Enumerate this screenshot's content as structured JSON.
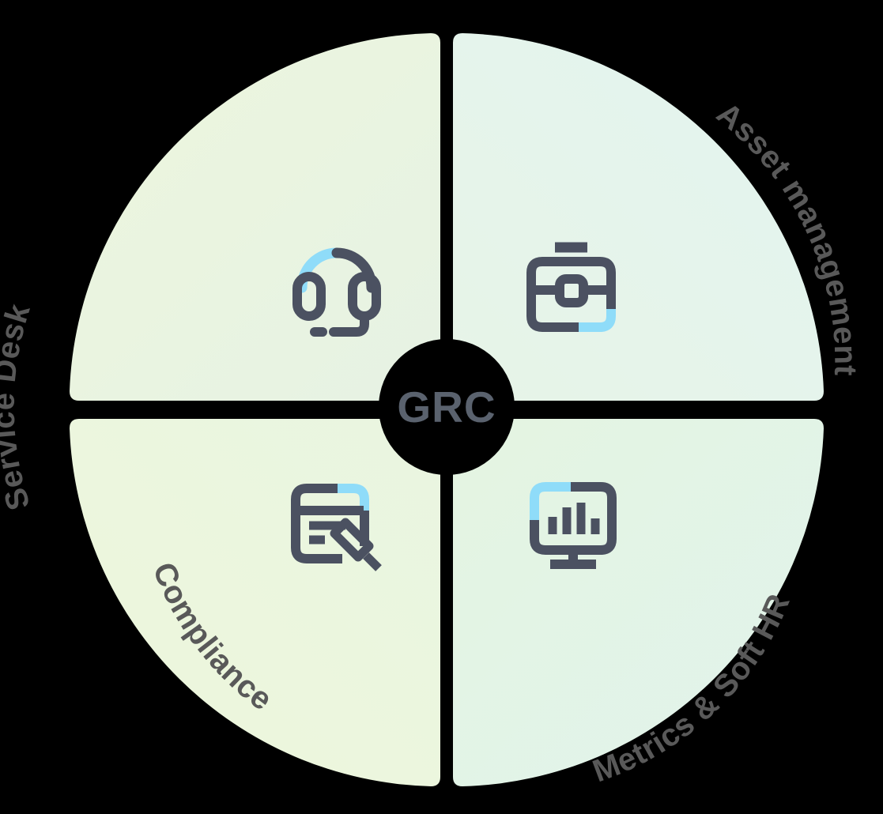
{
  "diagram": {
    "type": "quadrant-wheel",
    "center": {
      "label": "GRC",
      "text_color": "#5a626e",
      "background": "#000000"
    },
    "background_color": "#000000",
    "accent_color": "#8fdcf9",
    "icon_color": "#4b5161",
    "quadrants": [
      {
        "id": "service-desk",
        "label": "Service Desk",
        "position": "top-left",
        "icon": "headset-icon",
        "fill_start": "#edf6dd",
        "fill_end": "#e7f3e2"
      },
      {
        "id": "asset-management",
        "label": "Asset management",
        "position": "top-right",
        "icon": "briefcase-icon",
        "fill_start": "#e6f4ea",
        "fill_end": "#e2f3f1"
      },
      {
        "id": "compliance",
        "label": "Compliance",
        "position": "bottom-left",
        "icon": "document-edit-icon",
        "fill_start": "#eef7db",
        "fill_end": "#e9f5e0"
      },
      {
        "id": "metrics-soft-hr",
        "label": "Metrics & Soft HR",
        "position": "bottom-right",
        "icon": "monitor-chart-icon",
        "fill_start": "#e2f3e0",
        "fill_end": "#e0f2ee"
      }
    ]
  }
}
